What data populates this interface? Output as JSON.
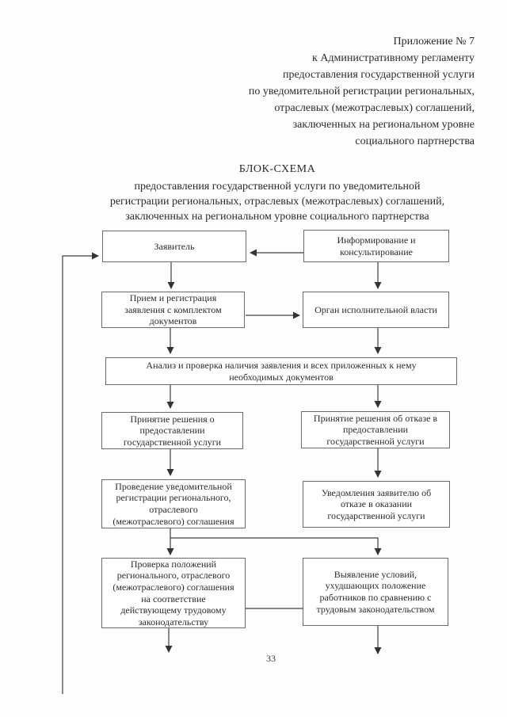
{
  "page": {
    "number": "33"
  },
  "colors": {
    "paper": "#fdfdfc",
    "ink": "#2b2b2b",
    "line": "#3f3f3f",
    "border": "#6a6a6a"
  },
  "header": {
    "lines": [
      "Приложение № 7",
      "к Административному регламенту",
      "предоставления государственной услуги",
      "по уведомительной регистрации региональных,",
      "отраслевых (межотраслевых) соглашений,",
      "заключенных на региональном уровне",
      "социального партнерства"
    ]
  },
  "title": {
    "heading": "БЛОК-СХЕМА",
    "lines": [
      "предоставления государственной услуги по уведомительной",
      "регистрации региональных, отраслевых (межотраслевых) соглашений,",
      "заключенных на региональном уровне социального партнерства"
    ]
  },
  "flowchart": {
    "nodes": [
      {
        "name": "applicant",
        "label": "Заявитель"
      },
      {
        "name": "informing",
        "label": "Информирование и\nконсультирование"
      },
      {
        "name": "reception",
        "label": "Прием и регистрация\nзаявления с комплектом\nдокументов"
      },
      {
        "name": "authority",
        "label": "Орган исполнительной власти"
      },
      {
        "name": "analysis",
        "label": "Анализ и проверка наличия заявления и всех приложенных к нему\nнеобходимых документов"
      },
      {
        "name": "approve-decision",
        "label": "Принятие решения о\nпредоставлении\nгосударственной услуги"
      },
      {
        "name": "refuse-decision",
        "label": "Принятие решения об отказе в\nпредоставлении\nгосударственной услуги"
      },
      {
        "name": "registration",
        "label": "Проведение уведомительной\nрегистрации регионального,\nотраслевого\n(межотраслевого) соглашения"
      },
      {
        "name": "refusal-notice",
        "label": "Уведомления заявителю об\nотказе в оказании\nгосударственной услуги"
      },
      {
        "name": "compliance-check",
        "label": "Проверка положений\nрегионального, отраслевого\n(межотраслевого) соглашения\nна соответствие\nдействующему трудовому\nзаконодательству"
      },
      {
        "name": "conditions-detection",
        "label": "Выявление условий,\nухудшающих положение\nработников по сравнению с\nтрудовым законодательством"
      }
    ]
  }
}
